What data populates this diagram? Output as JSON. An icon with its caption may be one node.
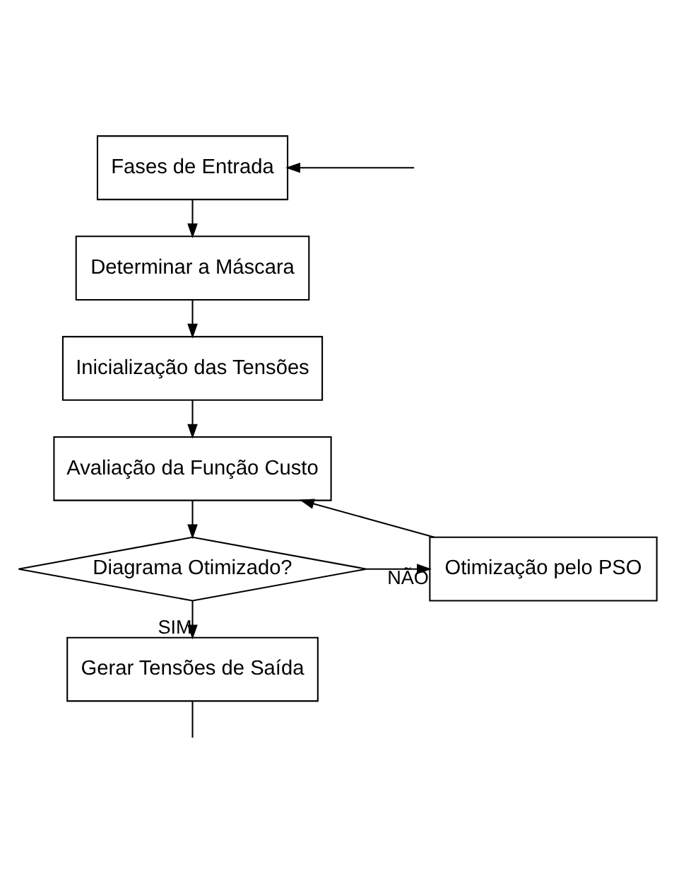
{
  "diagram": {
    "nodes": [
      {
        "text": [
          "Fases de Entrada"
        ]
      },
      {
        "text": [
          "Determinar a Máscara"
        ]
      },
      {
        "text": [
          "Inicialização das Tensões"
        ]
      },
      {
        "text": [
          "Avaliação da Função Custo"
        ]
      },
      {
        "text": [
          "Diagrama Otimizado?"
        ]
      },
      {
        "text": [
          "Otimização pelo PSO"
        ]
      },
      {
        "text": [
          "Gerar Tensões de Saída"
        ]
      }
    ],
    "edges": [
      {
        "from": null,
        "to": 0,
        "arrow": "to"
      },
      {
        "from": 0,
        "to": 1,
        "arrow": "to"
      },
      {
        "from": 1,
        "to": 2,
        "arrow": "to"
      },
      {
        "from": 2,
        "to": 3,
        "arrow": "to"
      },
      {
        "from": 3,
        "to": 4,
        "arrow": "to"
      },
      {
        "from": 4,
        "to": 5,
        "label": "NÃO",
        "arrow": "to"
      },
      {
        "from": 5,
        "to": 3,
        "arrow": "to"
      },
      {
        "from": 4,
        "to": 6,
        "label": "SIM",
        "arrow": "to"
      },
      {
        "from": 6,
        "to": null,
        "arrow": "none"
      }
    ]
  }
}
